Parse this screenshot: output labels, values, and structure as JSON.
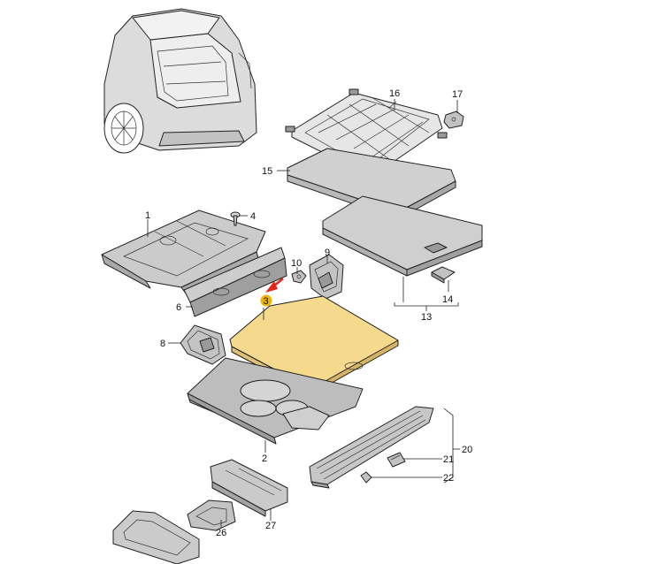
{
  "diagram": {
    "highlight_color": "#f5d98c",
    "highlight_badge_color": "#f0b400",
    "arrow_color": "#e3261b",
    "callouts": [
      {
        "id": "c1",
        "label": "1"
      },
      {
        "id": "c2",
        "label": "2"
      },
      {
        "id": "c3",
        "label": "3"
      },
      {
        "id": "c4",
        "label": "4"
      },
      {
        "id": "c6",
        "label": "6"
      },
      {
        "id": "c8",
        "label": "8"
      },
      {
        "id": "c9",
        "label": "9"
      },
      {
        "id": "c10",
        "label": "10"
      },
      {
        "id": "c13",
        "label": "13"
      },
      {
        "id": "c14",
        "label": "14"
      },
      {
        "id": "c15",
        "label": "15"
      },
      {
        "id": "c16",
        "label": "16"
      },
      {
        "id": "c17",
        "label": "17"
      },
      {
        "id": "c20",
        "label": "20"
      },
      {
        "id": "c21",
        "label": "21"
      },
      {
        "id": "c22",
        "label": "22"
      },
      {
        "id": "c26",
        "label": "26"
      },
      {
        "id": "c27",
        "label": "27"
      }
    ]
  }
}
